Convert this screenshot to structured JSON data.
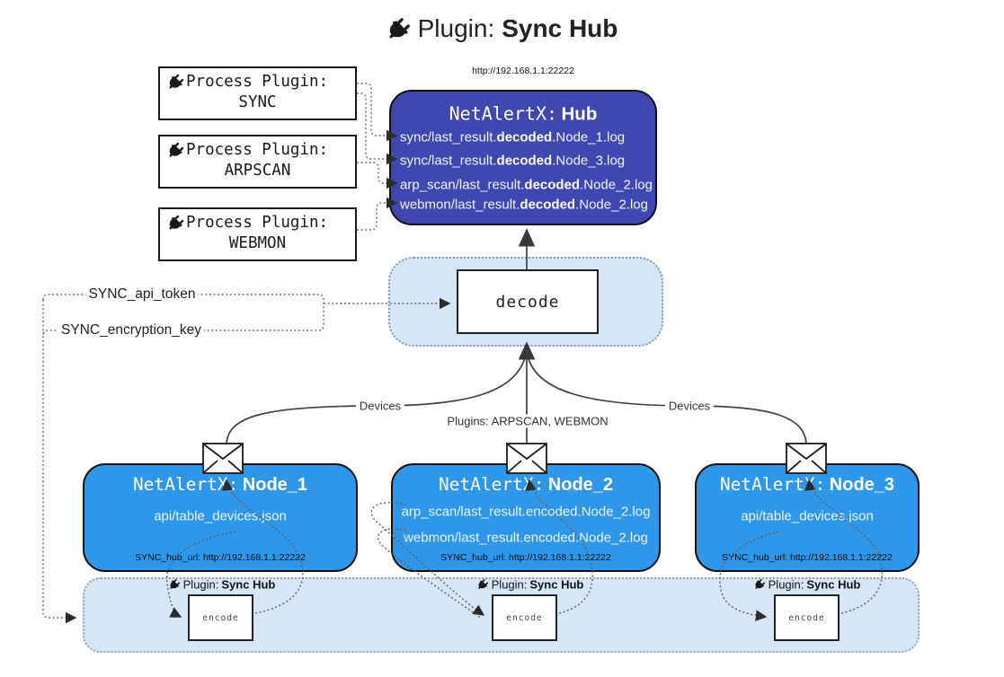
{
  "title": {
    "prefix": "Plugin:",
    "name": "Sync Hub"
  },
  "hub": {
    "url": "http://192.168.1.1:22222",
    "brand": "NetAlertX:",
    "name": "Hub",
    "logs": [
      {
        "pre": "sync/last_result.",
        "bold": "decoded",
        "post": ".Node_1.log"
      },
      {
        "pre": "sync/last_result.",
        "bold": "decoded",
        "post": ".Node_3.log"
      },
      {
        "pre": "arp_scan/last_result.",
        "bold": "decoded",
        "post": ".Node_2.log"
      },
      {
        "pre": "webmon/last_result.",
        "bold": "decoded",
        "post": ".Node_2.log"
      }
    ]
  },
  "process_plugins": [
    {
      "label": "Process Plugin:",
      "name": "SYNC"
    },
    {
      "label": "Process Plugin:",
      "name": "ARPSCAN"
    },
    {
      "label": "Process Plugin:",
      "name": "WEBMON"
    }
  ],
  "decode": {
    "label": "decode"
  },
  "keys": {
    "api_token": "SYNC_api_token",
    "encryption_key": "SYNC_encryption_key"
  },
  "edges": {
    "devices_left": "Devices",
    "plugins_mid": "Plugins: ARPSCAN, WEBMON",
    "devices_right": "Devices"
  },
  "nodes": [
    {
      "brand": "NetAlertX:",
      "name": "Node_1",
      "files": [
        "api/table_devices.json"
      ],
      "hub_url": "SYNC_hub_url: http://192.168.1.1:22222"
    },
    {
      "brand": "NetAlertX:",
      "name": "Node_2",
      "files": [
        "arp_scan/last_result.encoded.Node_2.log",
        "webmon/last_result.encoded.Node_2.log"
      ],
      "hub_url": "SYNC_hub_url: http://192.168.1.1:22222"
    },
    {
      "brand": "NetAlertX:",
      "name": "Node_3",
      "files": [
        "api/table_devices.json"
      ],
      "hub_url": "SYNC_hub_url: http://192.168.1.1:22222"
    }
  ],
  "encode_band": {
    "items": [
      {
        "prefix": "Plugin:",
        "name": "Sync Hub",
        "box": "encode"
      },
      {
        "prefix": "Plugin:",
        "name": "Sync Hub",
        "box": "encode"
      },
      {
        "prefix": "Plugin:",
        "name": "Sync Hub",
        "box": "encode"
      }
    ]
  },
  "colors": {
    "hub-fill": "#3F48B0",
    "node-fill": "#2E97EA",
    "panel-fill": "#D6E6F7",
    "panel-border": "#8699AD",
    "line": "#3F3F3F",
    "dotted": "#5B5B5B"
  }
}
